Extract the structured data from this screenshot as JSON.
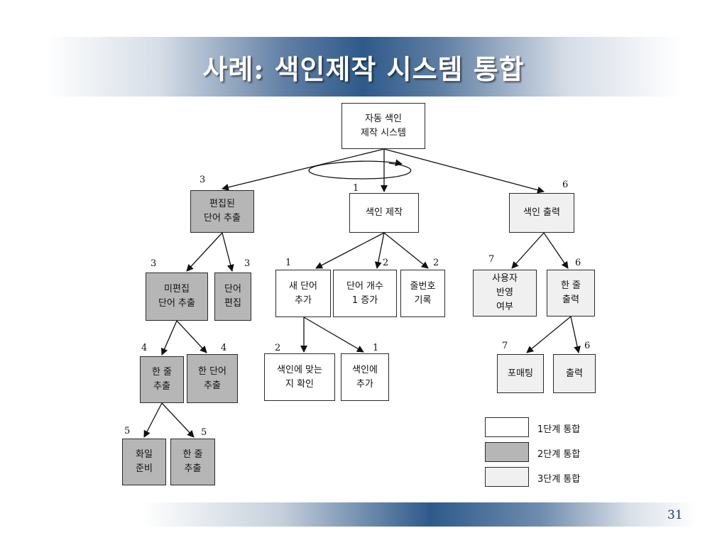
{
  "slide": {
    "title": "사례: 색인제작 시스템 통합",
    "page_number": "31"
  },
  "nodes": {
    "root": {
      "label": "자동 색인\n제작 시스템"
    },
    "edit_extract": {
      "label": "편집된\n단어 추출",
      "step": "3"
    },
    "index_make": {
      "label": "색인 제작",
      "step": "1"
    },
    "index_out": {
      "label": "색인 출력",
      "step": "6"
    },
    "unedited": {
      "label": "미편집\n단어 추출",
      "step": "3"
    },
    "word_edit": {
      "label": "단어\n편집",
      "step": "3"
    },
    "new_word": {
      "label": "새 단어\n추가",
      "step": "1"
    },
    "word_count": {
      "label": "단어 개수\n1 증가",
      "step": "2"
    },
    "line_rec": {
      "label": "줄번호\n기록",
      "step": "2"
    },
    "user_reflect": {
      "label": "사용자\n반영\n여부",
      "step": "7"
    },
    "line_print": {
      "label": "한 줄\n출력",
      "step": "6"
    },
    "line_extract": {
      "label": "한 줄\n추출",
      "step": "4"
    },
    "word_extract": {
      "label": "한 단어\n추출",
      "step": "4"
    },
    "check_match": {
      "label": "색인에 맞는\n지 확인",
      "step": "2"
    },
    "add_index": {
      "label": "색인에\n추가",
      "step": "1"
    },
    "format": {
      "label": "포매팅",
      "step": "7"
    },
    "print": {
      "label": "출력",
      "step": "6"
    },
    "file_prep": {
      "label": "화일\n준비",
      "step": "5"
    },
    "line_extract2": {
      "label": "한 줄\n추출",
      "step": "5"
    }
  },
  "legend": [
    {
      "label": "1단계 통합",
      "color": "#ffffff"
    },
    {
      "label": "2단계 통합",
      "color": "#b6b6b6"
    },
    {
      "label": "3단계 통합",
      "color": "#f0f0f0"
    }
  ]
}
